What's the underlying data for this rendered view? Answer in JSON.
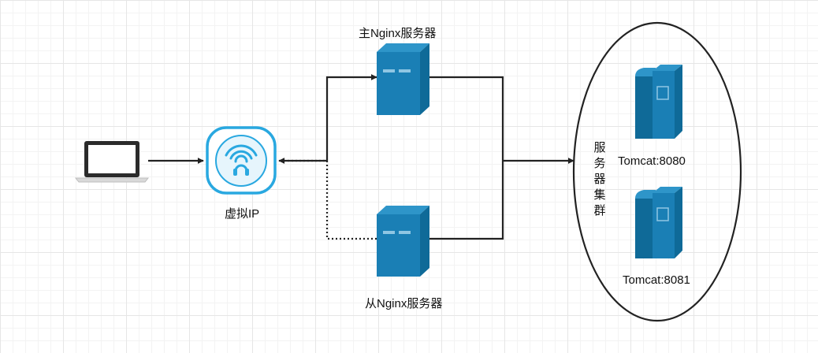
{
  "labels": {
    "master": "主Nginx服务器",
    "backup": "从Nginx服务器",
    "virtual_ip": "虚拟IP",
    "cluster": "服务器集群",
    "tomcat1": "Tomcat:8080",
    "tomcat2": "Tomcat:8081"
  },
  "icons": {
    "client": "laptop-icon",
    "virtual_ip": "wifi-headset-icon",
    "master": "server-tower-icon",
    "backup": "server-tower-icon",
    "tomcat1": "server-rack-icon",
    "tomcat2": "server-rack-icon"
  },
  "colors": {
    "server_front": "#1a7fb5",
    "server_side": "#0f6a98",
    "server_top": "#2e95c9",
    "vip_accent": "#29a8e0",
    "line": "#222222"
  }
}
